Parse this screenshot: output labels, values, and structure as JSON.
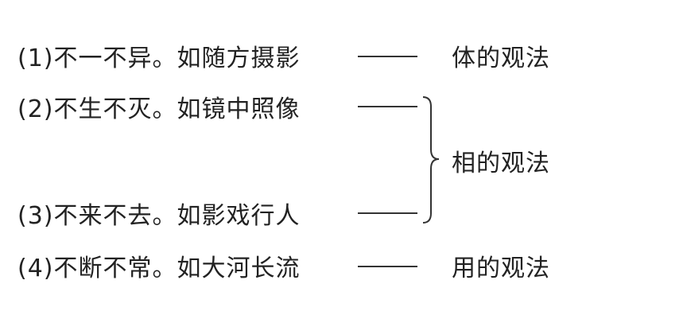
{
  "items": [
    {
      "text": "(1)不一不异。如随方摄影",
      "label": "体的观法"
    },
    {
      "text": "(2)不生不灭。如镜中照像"
    },
    {
      "text": "(3)不来不去。如影戏行人"
    },
    {
      "text": "(4)不断不常。如大河长流",
      "label": "用的观法"
    }
  ],
  "group_label": "相的观法"
}
